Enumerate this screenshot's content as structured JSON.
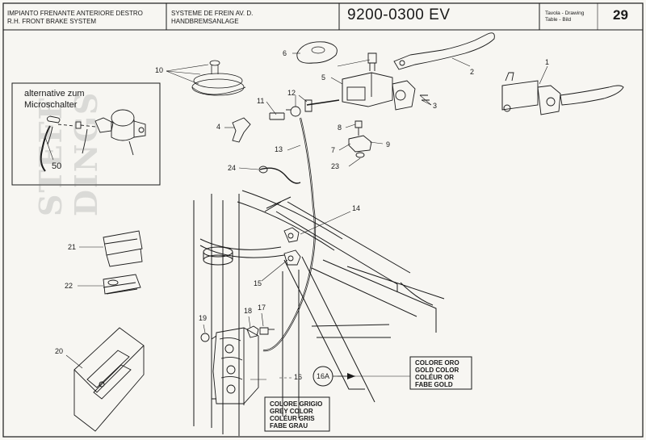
{
  "header": {
    "title_it": "IMPIANTO FRENANTE ANTERIORE DESTRO",
    "title_en": "R.H. FRONT BRAKE SYSTEM",
    "title_fr": "SYSTEME DE FREIN AV. D.",
    "title_de": "HANDBREMSANLAGE",
    "part_code": "9200-0300 EV",
    "table_label_1": "Tavola - Drawing",
    "table_label_2": "Table - Bild",
    "table_number": "29"
  },
  "inset": {
    "line1": "alternative zum",
    "line2": "Microschalter",
    "callout": "50"
  },
  "callouts": {
    "c1": "1",
    "c2": "2",
    "c3": "3",
    "c4": "4",
    "c5": "5",
    "c6": "6",
    "c7": "7",
    "c8": "8",
    "c9": "9",
    "c10": "10",
    "c11": "11",
    "c12": "12",
    "c13": "13",
    "c14": "14",
    "c15": "15",
    "c16": "16",
    "c17": "17",
    "c18": "18",
    "c19": "19",
    "c20": "20",
    "c21": "21",
    "c22": "22",
    "c23": "23",
    "c24": "24",
    "c16a": "16A"
  },
  "gold_box": [
    "COLORE ORO",
    "GOLD COLOR",
    "COLÉUR OR",
    "FABE GOLD"
  ],
  "grey_box": [
    "COLORE GRIGIO",
    "GREY COLOR",
    "COLÉUR GRIS",
    "FABE GRAU"
  ],
  "watermark": {
    "line1": "STEFF",
    "line2": "DINGS"
  }
}
